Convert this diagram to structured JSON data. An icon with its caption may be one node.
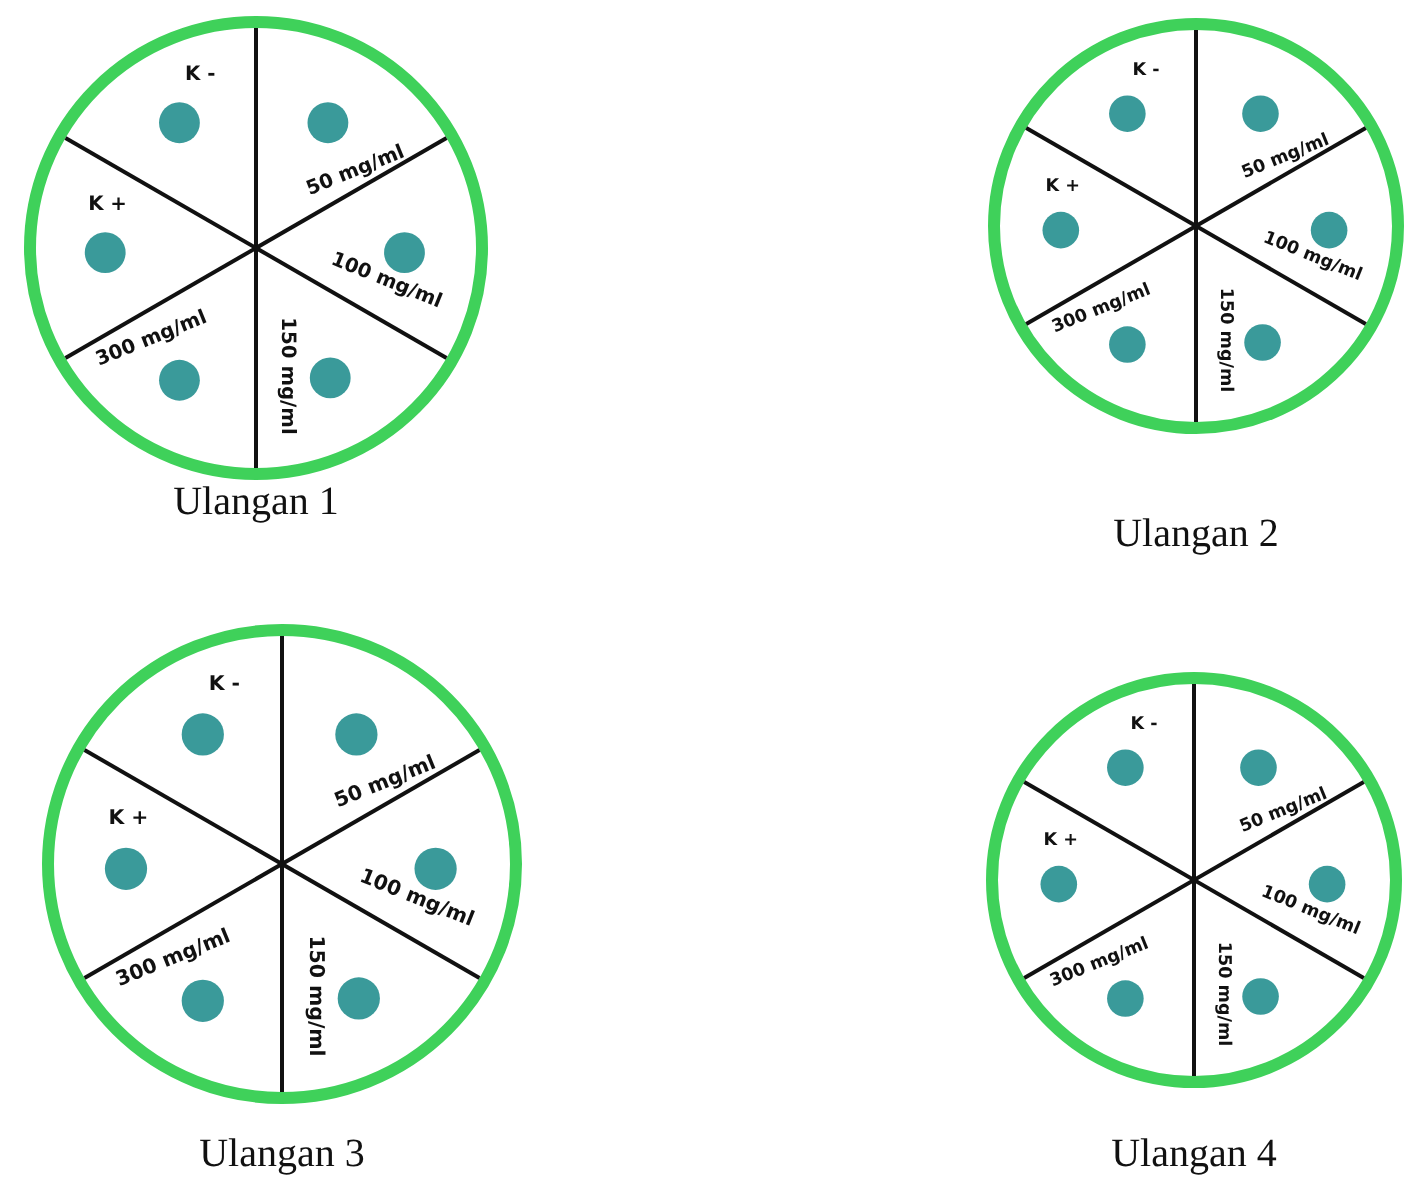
{
  "diagram": {
    "nodes": [
      {
        "text": [
          "K -",
          "50 mg/ml",
          "100 mg/ml",
          "150 mg/ml",
          "300 mg/ml",
          "K +"
        ],
        "beside": [
          "Ulangan 1"
        ]
      },
      {
        "text": [
          "K -",
          "50 mg/ml",
          "100 mg/ml",
          "150 mg/ml",
          "300 mg/ml",
          "K +"
        ],
        "beside": [
          "Ulangan 2"
        ]
      },
      {
        "text": [
          "K -",
          "50 mg/ml",
          "100 mg/ml",
          "150 mg/ml",
          "300 mg/ml",
          "K +"
        ],
        "beside": [
          "Ulangan 3"
        ]
      },
      {
        "text": [
          "K -",
          "50 mg/ml",
          "100 mg/ml",
          "150 mg/ml",
          "300 mg/ml",
          "K +"
        ],
        "beside": [
          "Ulangan 4"
        ]
      }
    ]
  }
}
